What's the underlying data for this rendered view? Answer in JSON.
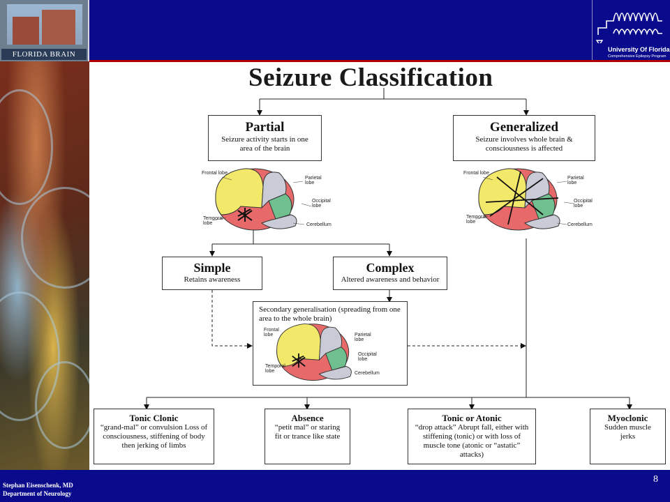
{
  "header": {
    "left_logo_caption": "FLORIDA BRAIN INSTITUTE",
    "right_logo_name": "University Of Florida",
    "right_logo_sub": "Comprehensive Epilepsy Program"
  },
  "title": "Seizure Classification",
  "partial": {
    "title": "Partial",
    "desc": "Seizure activity starts in one area of the brain"
  },
  "generalized": {
    "title": "Generalized",
    "desc": "Seizure involves whole brain & consciousness is affected"
  },
  "simple": {
    "title": "Simple",
    "desc": "Retains awareness"
  },
  "complex": {
    "title": "Complex",
    "desc": "Altered awareness and behavior"
  },
  "secondary": {
    "desc": "Secondary generalisation (spreading from one area to the whole brain)"
  },
  "brain_labels": {
    "frontal": "Frontal lobe",
    "parietal": "Parietal lobe",
    "occipital": "Occipital lobe",
    "temporal": "Temporal lobe",
    "cerebellum": "Cerebellum"
  },
  "types": [
    {
      "title": "Tonic Clonic",
      "desc": "“grand-mal” or convulsion Loss of consciousness, stiffening of body then jerking of limbs"
    },
    {
      "title": "Absence",
      "desc": "“petit mal” or staring fit or trance like state"
    },
    {
      "title": "Tonic or Atonic",
      "desc": "“drop attack” Abrupt fall, either with stiffening (tonic) or with loss of muscle tone (atonic or “astatic” attacks)"
    },
    {
      "title": "Myoclonic",
      "desc": "Sudden muscle jerks"
    }
  ],
  "footer": {
    "author": "Stephan Eisenschenk, MD",
    "dept": "Department of Neurology",
    "page": "8"
  },
  "colors": {
    "navy": "#0a0a8c",
    "accent_line": "#b00000",
    "frontal": "#f2e86a",
    "parietal": "#c9ccd6",
    "occipital": "#6fbf8f",
    "temporal": "#e8696a"
  }
}
